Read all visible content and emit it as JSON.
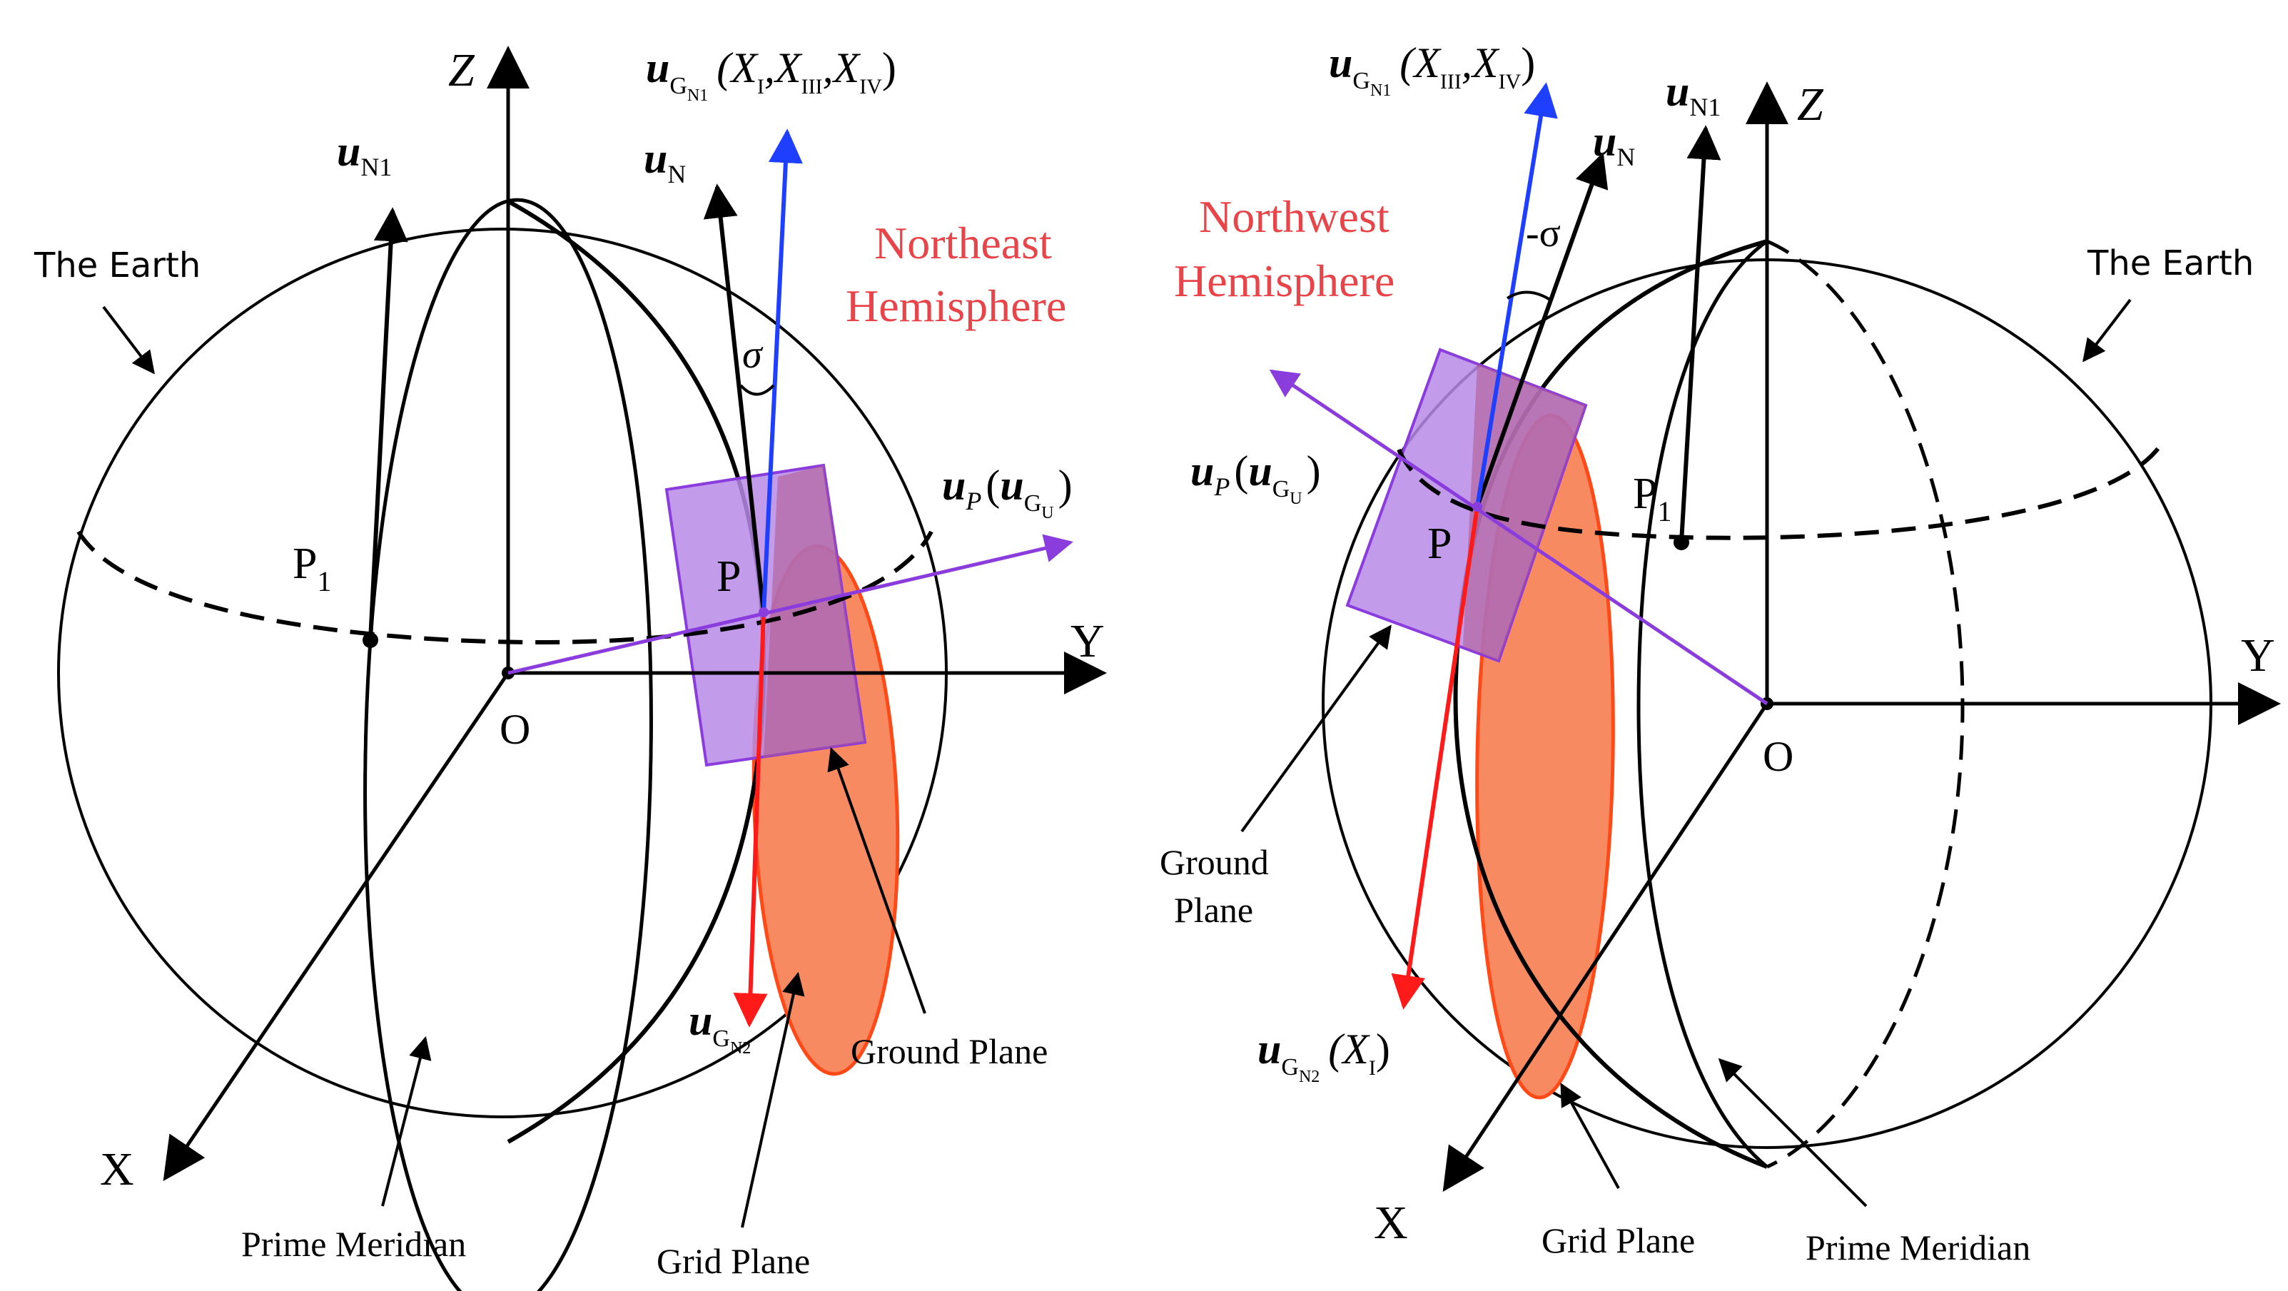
{
  "colors": {
    "blue": "#1f3fff",
    "red": "#ff1a1a",
    "purple": "#8a3cdc",
    "purple_fill": "#b78ae6",
    "orange_fill": "#f88a62",
    "orange_stroke": "#ff4a18",
    "hemisphere_text": "#e8454a",
    "line": "#000000"
  },
  "left": {
    "earth": "The Earth",
    "prime_meridian": "Prime Meridian",
    "grid_plane": "Grid Plane",
    "ground_plane": "Ground Plane",
    "hemisphere_line1": "Northeast",
    "hemisphere_line2": "Hemisphere",
    "axis_z": "Z",
    "axis_y": "Y",
    "axis_x": "X",
    "origin": "O",
    "point_p": "P",
    "point_p1": "P",
    "point_p1_sub": "1",
    "sigma": "σ",
    "u": "u",
    "u_n1_sub": "N1",
    "u_n_sub": "N",
    "u_p_sub": "P",
    "u_gn1_g": "G",
    "u_gn1_n1": "N1",
    "u_gn1_args": "(X",
    "u_gn1_i": "I",
    "u_gn1_comma1": ",X",
    "u_gn1_iii": "III",
    "u_gn1_comma2": ",X",
    "u_gn1_iv": "IV",
    "u_gn1_close": ")",
    "u_gu_open": "(",
    "u_gu_g": "G",
    "u_gu_u": "U",
    "u_gu_close": ")",
    "u_gn2_g": "G",
    "u_gn2_n2": "N2"
  },
  "right": {
    "earth": "The Earth",
    "prime_meridian": "Prime Meridian",
    "grid_plane": "Grid Plane",
    "ground_plane_line1": "Ground",
    "ground_plane_line2": "Plane",
    "hemisphere_line1": "Northwest",
    "hemisphere_line2": "Hemisphere",
    "axis_z": "Z",
    "axis_y": "Y",
    "axis_x": "X",
    "origin": "O",
    "point_p": "P",
    "point_p1": "P",
    "point_p1_sub": "1",
    "neg_sigma": "-σ",
    "u": "u",
    "u_n1_sub": "N1",
    "u_n_sub": "N",
    "u_p_sub": "P",
    "u_gn1_g": "G",
    "u_gn1_n1": "N1",
    "u_gn1_args": "(X",
    "u_gn1_iii": "III",
    "u_gn1_comma": ",X",
    "u_gn1_iv": "IV",
    "u_gn1_close": ")",
    "u_gu_open": "(",
    "u_gu_g": "G",
    "u_gu_u": "U",
    "u_gu_close": ")",
    "u_gn2_g": "G",
    "u_gn2_n2": "N2",
    "u_gn2_args": "(X",
    "u_gn2_i": "I",
    "u_gn2_close": ")"
  }
}
